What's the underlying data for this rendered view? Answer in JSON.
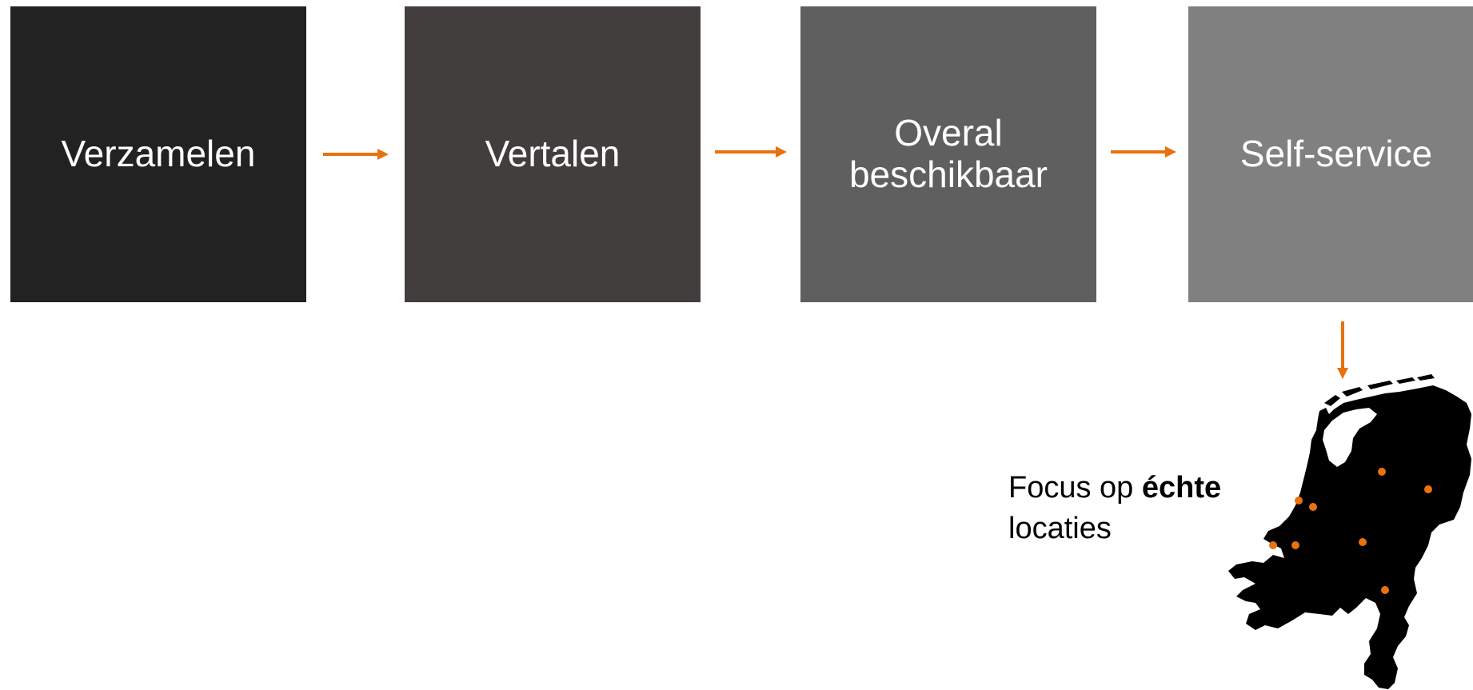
{
  "steps": [
    {
      "label": "Verzamelen",
      "color": "#222222"
    },
    {
      "label": "Vertalen",
      "color": "#423e3d"
    },
    {
      "label_line1": "Overal",
      "label_line2": "beschikbaar",
      "color": "#5f5f5f"
    },
    {
      "label": "Self-service",
      "color": "#808080"
    }
  ],
  "caption": {
    "prefix": "Focus op ",
    "emphasis": "échte",
    "line2": "locaties"
  },
  "colors": {
    "accent": "#e8720f",
    "map": "#000000"
  },
  "icons": {
    "connector": "arrow-right-icon",
    "down_connector": "arrow-down-icon",
    "map": "netherlands-map"
  }
}
